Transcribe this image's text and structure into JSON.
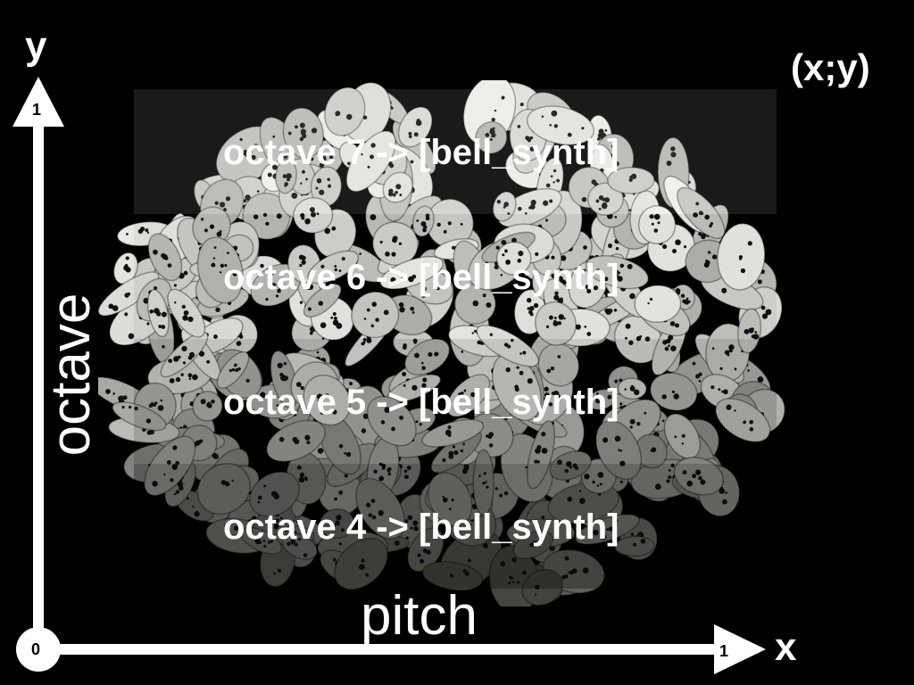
{
  "axes": {
    "y_letter": "y",
    "x_letter": "x",
    "y_title": "octave",
    "x_title": "pitch",
    "coord_label": "(x;y)",
    "origin_tick": "0",
    "y_max_tick": "1",
    "x_max_tick": "1"
  },
  "bands": [
    {
      "label": "octave 7 -> [bell_synth]"
    },
    {
      "label": "octave 6 -> [bell_synth]"
    },
    {
      "label": "octave 5 -> [bell_synth]"
    },
    {
      "label": "octave 4 -> [bell_synth]"
    }
  ],
  "colors": {
    "background": "#000000",
    "axis": "#ffffff",
    "pebble": "#d9d9d6",
    "dots": "#111111"
  },
  "image": {
    "subject": "pebble-cluster-photo"
  }
}
